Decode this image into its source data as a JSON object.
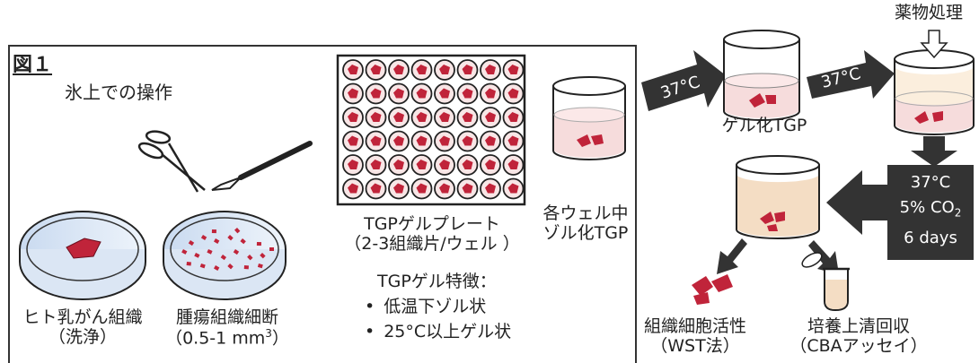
{
  "figure_label": "図１",
  "on_ice_label": "氷上での操作",
  "steps": {
    "tissue": {
      "line1": "ヒト乳がん組織",
      "line2": "（洗浄）"
    },
    "minced": {
      "line1": "腫瘍組織細断",
      "line2_prefix": "（0.5-1 mm",
      "line2_sup": "3",
      "line2_suffix": "）"
    },
    "plate": {
      "line1": "TGPゲルプレート",
      "line2": "（2-3組織片/ウェル ）"
    },
    "well": {
      "line1": "各ウェル中",
      "line2": "ゾル化TGP"
    },
    "gelled": {
      "label": "ゲル化TGP"
    },
    "drug": {
      "label": "薬物処理"
    },
    "viability": {
      "line1": "組織細胞活性",
      "line2": "（WST法）"
    },
    "supernatant": {
      "line1": "培養上清回収",
      "line2": "（CBAアッセイ）"
    }
  },
  "tgp_features": {
    "title": "TGPゲル特徴：",
    "items": [
      "低温下ゾル状",
      "25°C以上ゲル状"
    ]
  },
  "arrows": {
    "temp1": "37°C",
    "temp2": "37°C"
  },
  "incubation": {
    "temp": "37°C",
    "co2_prefix": "5% CO",
    "co2_sub": "2",
    "days": "6 days"
  },
  "colors": {
    "tissue_red": "#c0243a",
    "dish_blue": "#d6e4f5",
    "gel_pink": "#f6dcdc",
    "medium_yellow": "#fbeedd",
    "culture_tan": "#f4ddc4",
    "arrow_dark": "#333333"
  }
}
